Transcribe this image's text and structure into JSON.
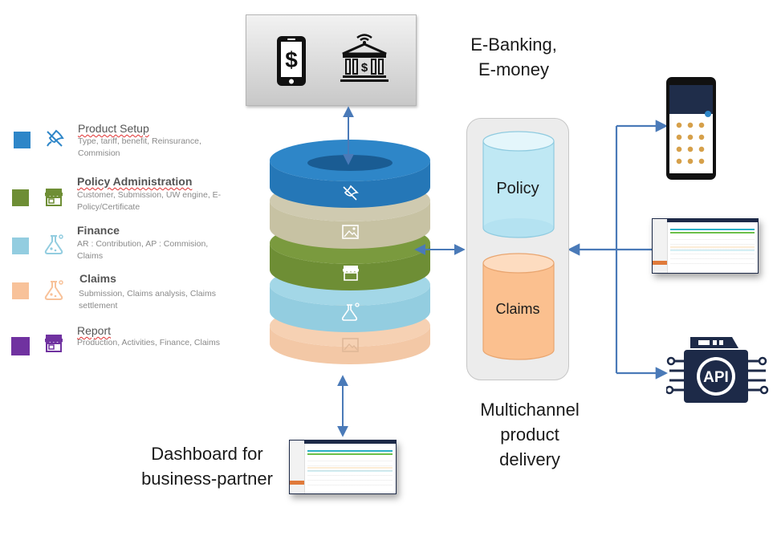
{
  "legend": [
    {
      "title": "Product Setup",
      "desc": "Type, tariff, benefit, Reinsurance, Commision",
      "color": "#2e86c8",
      "icon": "flag-icon"
    },
    {
      "title": "Policy Administration",
      "desc": "Customer, Submission, UW engine, E-Policy/Certificate",
      "color": "#6e8e35",
      "icon": "store-icon"
    },
    {
      "title": "Finance",
      "desc": "AR : Contribution, AP : Commision, Claims",
      "color": "#93cde0",
      "icon": "flask-icon"
    },
    {
      "title": "Claims",
      "desc": "Submission, Claims analysis, Claims settlement",
      "color": "#f8c29a",
      "icon": "flask-icon"
    },
    {
      "title": "Report",
      "desc": "Production, Activities, Finance, Claims",
      "color": "#7032a0",
      "icon": "store-icon"
    }
  ],
  "labels": {
    "ebanking_line1": "E-Banking,",
    "ebanking_line2": "E-money",
    "dashboard_line1": "Dashboard for",
    "dashboard_line2": "business-partner",
    "multichannel_line1": "Multichannel",
    "multichannel_line2": "product",
    "multichannel_line3": "delivery"
  },
  "cylinders": {
    "policy": "Policy",
    "claims": "Claims"
  },
  "api_label": "API",
  "colors": {
    "arrow": "#4a7ab8",
    "layer_blue": "#2e86c8",
    "layer_khaki": "#c7c2a3",
    "layer_green": "#6e8e35",
    "layer_lightblue": "#93cde0",
    "layer_peach": "#f8c29a",
    "policy_cyl": "#c9ecf6",
    "claims_cyl": "#fbc79c"
  }
}
